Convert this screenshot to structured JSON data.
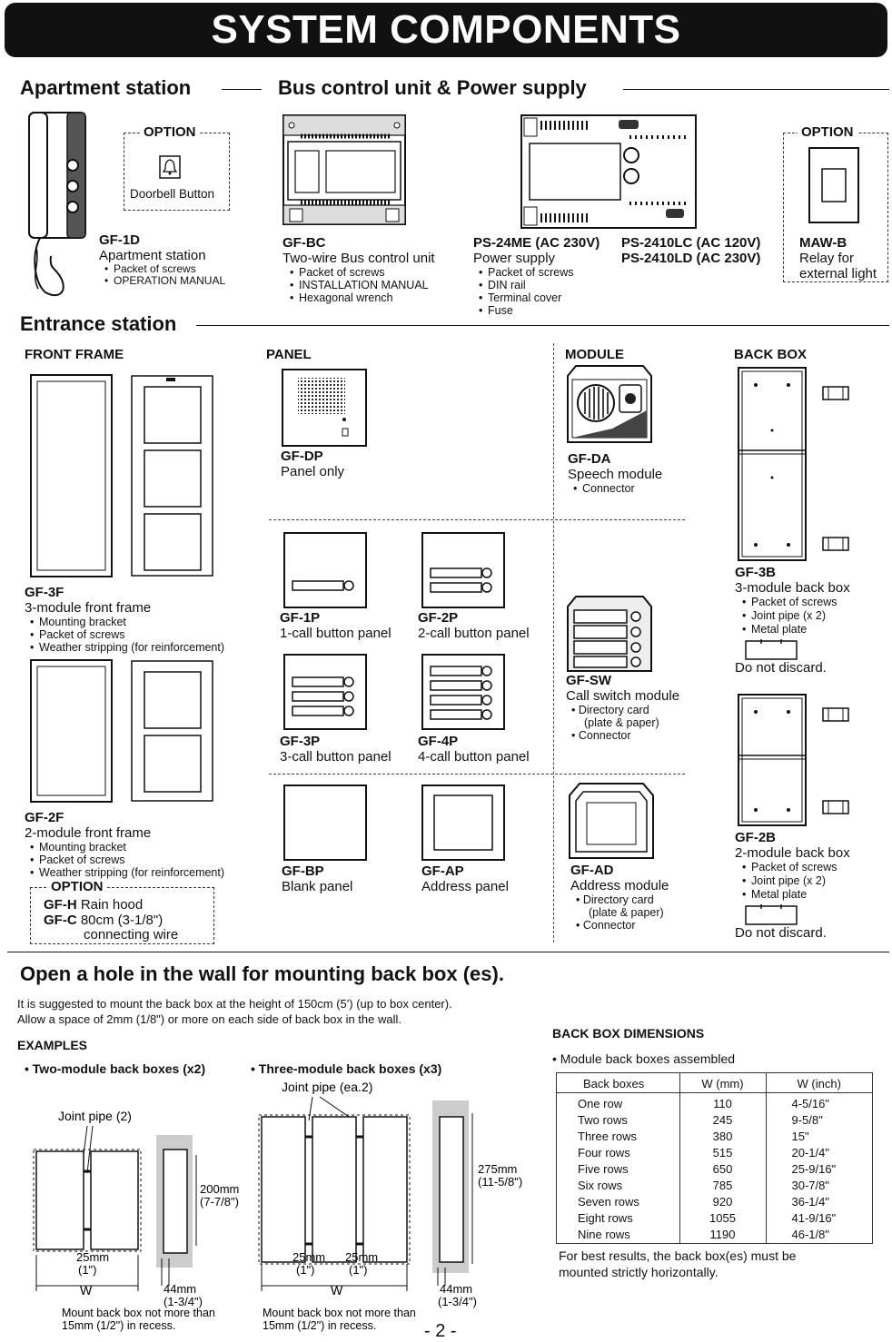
{
  "banner": {
    "title": "SYSTEM COMPONENTS"
  },
  "sections": {
    "apartment": "Apartment station",
    "bus": "Bus control unit & Power supply",
    "entrance": "Entrance station",
    "wall": "Open a hole in the wall for mounting back box (es)."
  },
  "option_label": "OPTION",
  "doorbell": {
    "label": "Doorbell Button"
  },
  "gf1d": {
    "model": "GF-1D",
    "name": "Apartment station",
    "items": [
      "Packet of screws",
      "OPERATION MANUAL"
    ]
  },
  "gfbc": {
    "model": "GF-BC",
    "name": "Two-wire Bus control unit",
    "items": [
      "Packet of screws",
      "INSTALLATION MANUAL",
      "Hexagonal wrench"
    ]
  },
  "ps24me": {
    "model": "PS-24ME (AC 230V)",
    "name": "Power supply",
    "items": [
      "Packet of screws",
      "DIN rail",
      "Terminal cover",
      "Fuse"
    ]
  },
  "ps2410": {
    "model1": "PS-2410LC (AC 120V)",
    "model2": "PS-2410LD (AC 230V)"
  },
  "mawb": {
    "model": "MAW-B",
    "line1": "Relay for",
    "line2": "external light"
  },
  "cols": {
    "front": "FRONT FRAME",
    "panel": "PANEL",
    "module": "MODULE",
    "backbox": "BACK BOX"
  },
  "gf3f": {
    "model": "GF-3F",
    "name": "3-module front frame",
    "items": [
      "Mounting bracket",
      "Packet of screws",
      "Weather stripping (for reinforcement)"
    ]
  },
  "gf2f": {
    "model": "GF-2F",
    "name": "2-module front frame",
    "items": [
      "Mounting bracket",
      "Packet of screws",
      "Weather stripping (for reinforcement)"
    ]
  },
  "options_ent": {
    "h_model": "GF-H",
    "h_name": " Rain hood",
    "c_model": "GF-C",
    "c_name": " 80cm (3-1/8\")",
    "c_name2": "connecting wire"
  },
  "gfdp": {
    "model": "GF-DP",
    "name": "Panel only"
  },
  "gf1p": {
    "model": "GF-1P",
    "name": "1-call button panel"
  },
  "gf2p": {
    "model": "GF-2P",
    "name": "2-call button panel"
  },
  "gf3p": {
    "model": "GF-3P",
    "name": "3-call button panel"
  },
  "gf4p": {
    "model": "GF-4P",
    "name": "4-call button panel"
  },
  "gfbp": {
    "model": "GF-BP",
    "name": "Blank panel"
  },
  "gfap": {
    "model": "GF-AP",
    "name": "Address panel"
  },
  "gfda": {
    "model": "GF-DA",
    "name": "Speech module",
    "items": [
      "Connector"
    ]
  },
  "gfsw": {
    "model": "GF-SW",
    "name": "Call switch module",
    "items": [
      "Directory card",
      "(plate & paper)",
      "Connector"
    ]
  },
  "gfad": {
    "model": "GF-AD",
    "name": "Address module",
    "items": [
      "Directory card",
      "(plate & paper)",
      "Connector"
    ]
  },
  "gf3b": {
    "model": "GF-3B",
    "name": "3-module back box",
    "items": [
      "Packet of screws",
      "Joint pipe (x 2)",
      "Metal plate"
    ],
    "note": "Do not discard."
  },
  "gf2b": {
    "model": "GF-2B",
    "name": "2-module back box",
    "items": [
      "Packet of screws",
      "Joint pipe (x 2)",
      "Metal plate"
    ],
    "note": "Do not discard."
  },
  "wall": {
    "para1": "It is suggested to mount the back box at the height of 150cm (5') (up to box center).",
    "para2": "Allow a space of 2mm (1/8\") or more on each side of back box in the wall.",
    "examples": "EXAMPLES",
    "ex1": "• Two-module back boxes (x2)",
    "ex2": "• Three-module back boxes (x3)"
  },
  "diagram": {
    "joint2": "Joint pipe (2)",
    "joint_ea": "Joint pipe (ea.2)",
    "h200": "200mm",
    "h200in": "(7-7/8\")",
    "h275": "275mm",
    "h275in": "(11-5/8\")",
    "gap": "25mm",
    "gap_in": "(1\")",
    "w": "W",
    "depth": "44mm",
    "depth_in": "(1-3/4\")",
    "mount1": "Mount back box not more than",
    "mount2": "15mm (1/2\") in recess."
  },
  "dims": {
    "title": "BACK BOX DIMENSIONS",
    "subtitle": "• Module back boxes assembled",
    "headers": [
      "Back boxes",
      "W (mm)",
      "W (inch)"
    ],
    "rows": [
      [
        "One row",
        "110",
        "4-5/16\""
      ],
      [
        "Two rows",
        "245",
        "9-5/8\""
      ],
      [
        "Three rows",
        "380",
        "15\""
      ],
      [
        "Four rows",
        "515",
        "20-1/4\""
      ],
      [
        "Five rows",
        "650",
        "25-9/16\""
      ],
      [
        "Six rows",
        "785",
        "30-7/8\""
      ],
      [
        "Seven rows",
        "920",
        "36-1/4\""
      ],
      [
        "Eight rows",
        "1055",
        "41-9/16\""
      ],
      [
        "Nine rows",
        "1190",
        "46-1/8\""
      ]
    ],
    "note1": "For best results, the back box(es) must be",
    "note2": "mounted strictly horizontally."
  },
  "page_number": "- 2 -"
}
